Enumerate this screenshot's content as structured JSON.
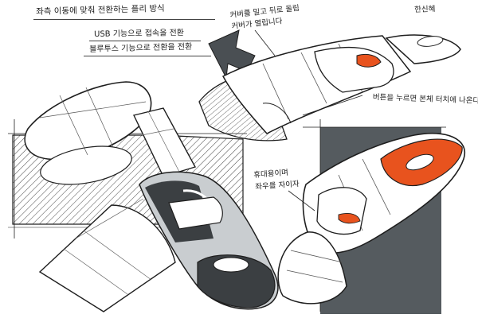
{
  "notes": {
    "title": "좌측 이동에 맞춰 전환하는 플리 방식",
    "line_usb": "USB 기능으로 접속을 전환",
    "line_bluetooth": "블루투스 기능으로 전환을 전환",
    "signature": "한신혜",
    "cover_line1": "커버를 밀고 뒤로 돌림",
    "cover_line2": "커버가 열립니다",
    "right_note": "버튼을 누르면 본체 터치에 나온다",
    "port_line1": "휴대용이며",
    "port_line2": "좌우를 자이자"
  },
  "colors": {
    "ink": "#1e1e1e",
    "marker_gray": "#555b5f",
    "light_gray": "#c4c8cb",
    "accent_orange": "#e8531e"
  }
}
